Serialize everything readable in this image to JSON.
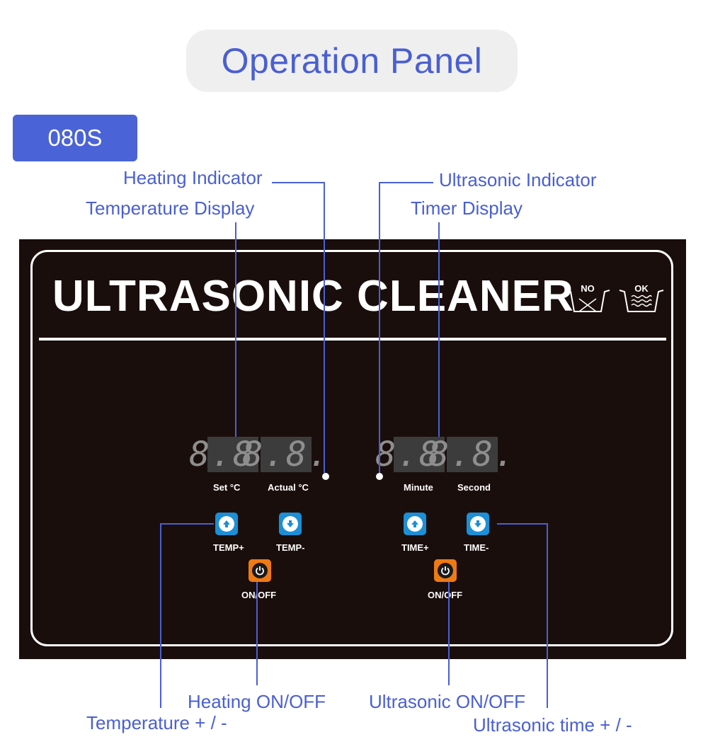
{
  "header": {
    "title": "Operation Panel",
    "model": "080S"
  },
  "callouts": {
    "heating_indicator": "Heating Indicator",
    "temperature_display": "Temperature Display",
    "ultrasonic_indicator": "Ultrasonic Indicator",
    "timer_display": "Timer Display",
    "heating_onoff": "Heating ON/OFF",
    "temperature_plusminus": "Temperature + / -",
    "ultrasonic_onoff": "Ultrasonic ON/OFF",
    "ultrasonic_time_plusminus": "Ultrasonic time + / -"
  },
  "panel": {
    "title": "ULTRASONIC CLEANER",
    "wash_icons": {
      "no": "NO",
      "ok": "OK"
    },
    "displays": {
      "set_temp": "8.8.",
      "actual_temp": "8.8.",
      "minute": "8.8.",
      "second": "8.8."
    },
    "display_labels": {
      "set": "Set   °C",
      "actual": "Actual °C",
      "minute": "Minute",
      "second": "Second"
    },
    "buttons": {
      "temp_plus": "TEMP+",
      "temp_minus": "TEMP-",
      "time_plus": "TIME+",
      "time_minus": "TIME-",
      "heat_onoff": "ON/OFF",
      "ultra_onoff": "ON/OFF"
    }
  },
  "colors": {
    "accent": "#4a5fd2",
    "panel_bg": "#1a0e0c",
    "button_blue": "#1c8fd6",
    "button_orange": "#ee7a14",
    "segment_bg": "#3c3c3c"
  },
  "icons": {
    "up": "arrow-up-icon",
    "down": "arrow-down-icon",
    "power": "power-icon",
    "no_wash": "no-water-basin-icon",
    "ok_wash": "water-basin-icon"
  }
}
